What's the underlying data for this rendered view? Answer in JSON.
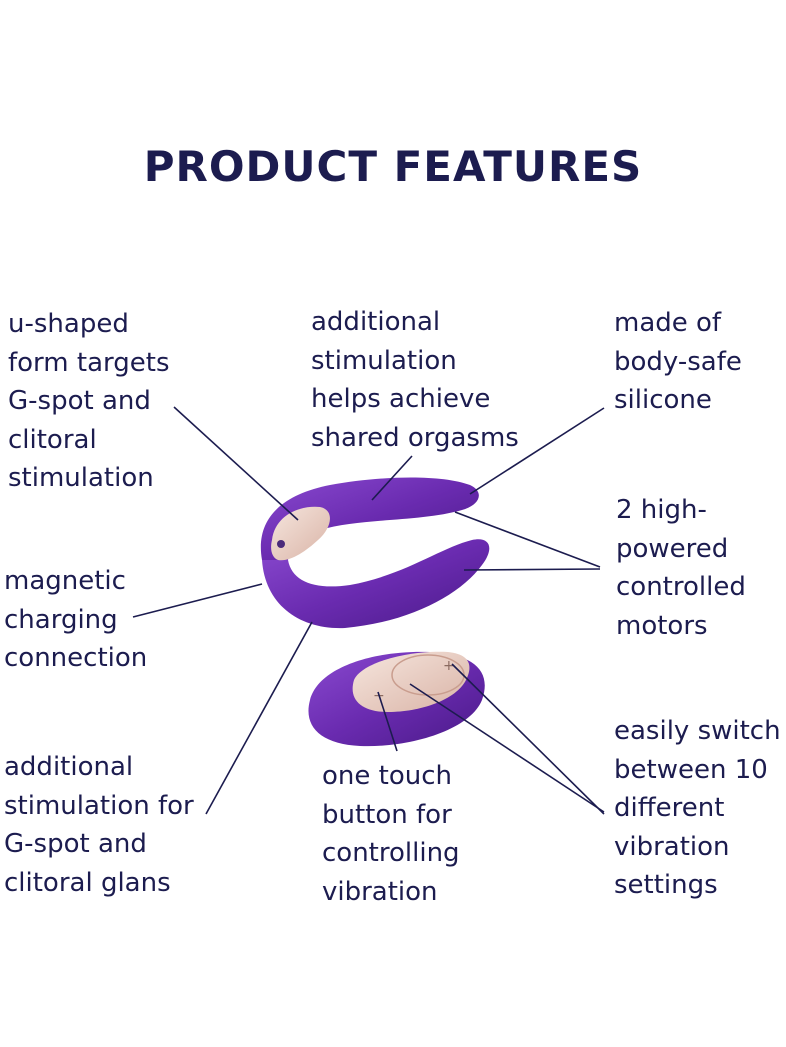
{
  "title": "PRODUCT FEATURES",
  "colors": {
    "text": "#1c1c4f",
    "device_purple": "#6a2bb0",
    "button_pink": "#e9cfc4"
  },
  "features": [
    {
      "text": "u-shaped\nform targets\nG-spot and\nclitoral\nstimulation"
    },
    {
      "text": "additional\nstimulation\nhelps achieve\nshared orgasms"
    },
    {
      "text": "made of\nbody-safe\nsilicone"
    },
    {
      "text": "2 high-\npowered\ncontrolled\nmotors"
    },
    {
      "text": "magnetic\ncharging\nconnection"
    },
    {
      "text": "additional\nstimulation for\nG-spot and\nclitoral glans"
    },
    {
      "text": "one touch\nbutton for\ncontrolling\nvibration"
    },
    {
      "text": "easily switch\nbetween 10\ndifferent\nvibration\nsettings"
    }
  ],
  "remote_buttons": [
    "−",
    "+"
  ]
}
